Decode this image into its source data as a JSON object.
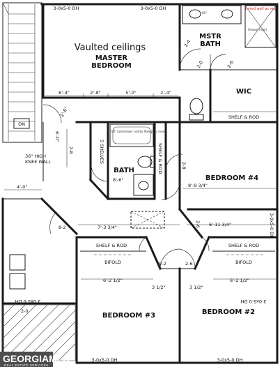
{
  "rooms": {
    "vaulted_note": "Vaulted ceilings",
    "master_1": "MASTER",
    "master_2": "BEDROOM",
    "mstr_bath_1": "MSTR",
    "mstr_bath_2": "BATH",
    "wic": "WIC",
    "bath": "BATH",
    "bedroom4": "BEDROOM #4",
    "bedroom3": "BEDROOM #3",
    "bedroom2": "BEDROOM #2"
  },
  "labels": {
    "dn": "DN",
    "knee_wall_1": "36\" HIGH",
    "knee_wall_2": "KNEE WALL",
    "shelf_rod": "SHELF & ROD",
    "shelves_5": "5 SHELVES",
    "shelf_rod_vertical": "SHELF & ROD",
    "bifold": "BIFOLD",
    "tub_note": "60\" tub/shower combo fiberglass insert",
    "red_note": "furred wall as req.",
    "shower_note": "Shower insert",
    "sink_60": "60\""
  },
  "windows": {
    "window": "3-0x5-0 DH"
  },
  "dimensions": {
    "d6_4": "6'-4\"",
    "d2_8": "2'-8\"",
    "d5_0": "5'-0\"",
    "d2_4": "2'-4\"",
    "d2_6": "2'-6\"",
    "d6_0": "6'-0\"",
    "d2_8v": "2-8",
    "d4_0": "4'-0\"",
    "d8_6": "8'-6\"",
    "d8_2": "8-2",
    "d7_3_34": "7'-3 3/4\"",
    "d8_9_34": "8'-9 3/4\"",
    "d6_11_34": "6'-11 3/4\"",
    "d9_2": "9-2",
    "d6_2_12": "6'-2 1/2\"",
    "d3_12": "3 1/2\"",
    "d2_4v": "2-4",
    "d2_0": "2-0",
    "d2_6b": "2-6"
  },
  "logo": {
    "name": "GEORGIAMLS",
    "sub": "REAL ESTATE SERVICES"
  }
}
